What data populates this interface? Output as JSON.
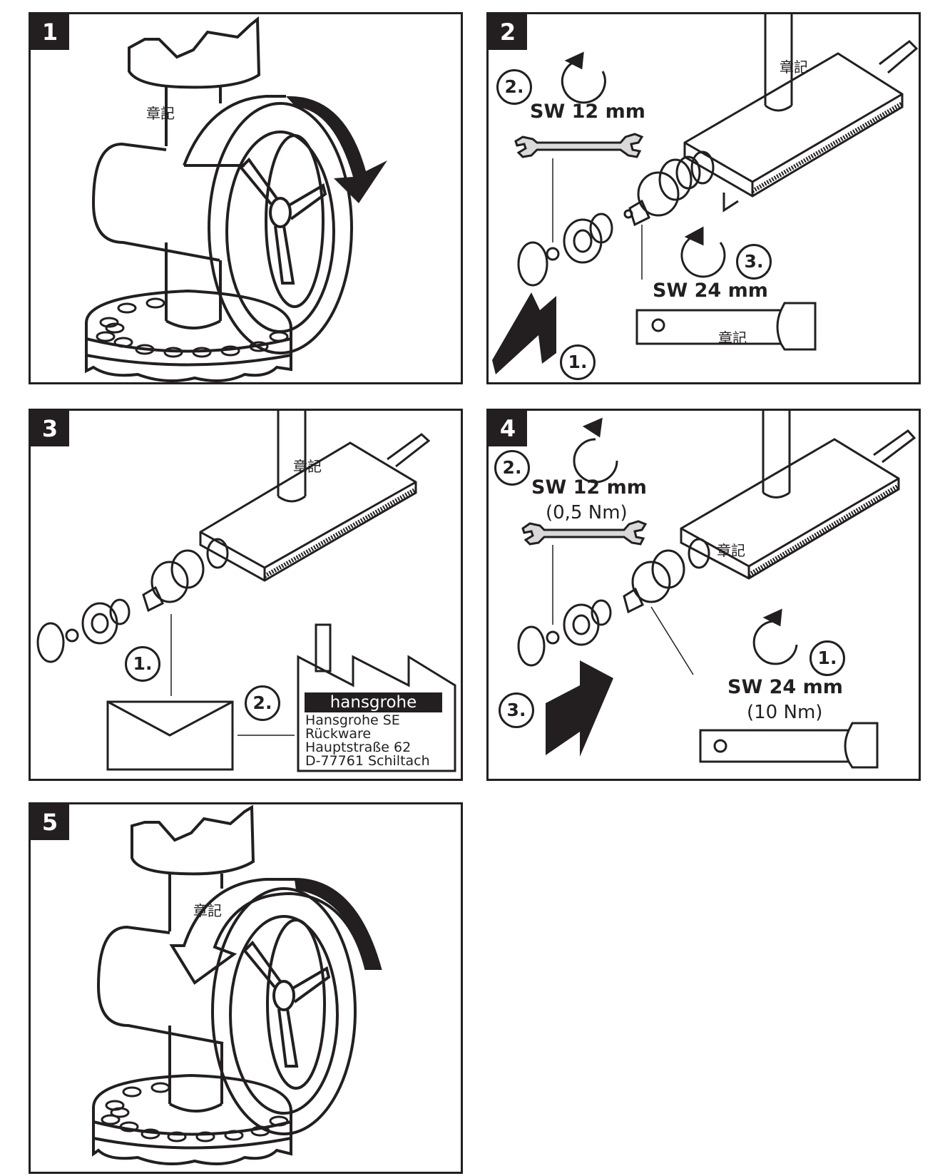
{
  "panels": [
    {
      "step": "1",
      "stamp": "章記",
      "illustration": "valve-close-clockwise"
    },
    {
      "step": "2",
      "stamp_top": "章記",
      "stamp_bottom": "章記",
      "labels": {
        "c1": "1.",
        "c2": "2.",
        "c3": "3.",
        "sw12": "SW 12 mm",
        "sw24": "SW 24 mm"
      }
    },
    {
      "step": "3",
      "stamp": "章記",
      "labels": {
        "c1": "1.",
        "c2": "2."
      },
      "brand": "hansgrohe",
      "address": [
        "Hansgrohe SE",
        "Rückware",
        "Hauptstraße 62",
        "D-77761 Schiltach"
      ]
    },
    {
      "step": "4",
      "stamp": "章記",
      "labels": {
        "c1": "1.",
        "c2": "2.",
        "c3": "3.",
        "sw12": "SW 12 mm",
        "torque12": "(0,5 Nm)",
        "sw24": "SW 24 mm",
        "torque24": "(10 Nm)"
      }
    },
    {
      "step": "5",
      "stamp": "章記",
      "illustration": "valve-open-counterclockwise"
    }
  ],
  "colors": {
    "ink": "#231f20",
    "wrench_fill": "#d9d9d9"
  }
}
